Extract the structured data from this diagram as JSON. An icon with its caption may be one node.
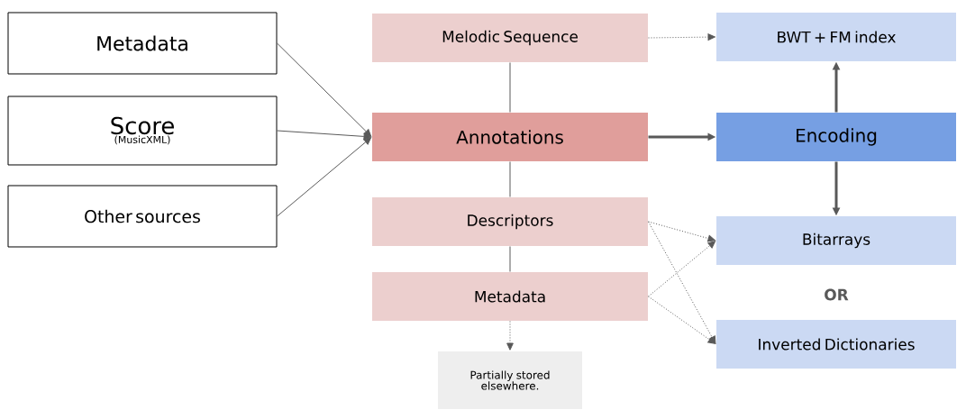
{
  "diagram": {
    "nodes": [
      {
        "text": [
          "Metadata"
        ]
      },
      {
        "text": [
          "Score",
          "(MusicXML)"
        ]
      },
      {
        "text": [
          "Other sources"
        ]
      },
      {
        "text": [
          "Melodic Sequence"
        ]
      },
      {
        "text": [
          "Annotations"
        ]
      },
      {
        "text": [
          "Descriptors"
        ]
      },
      {
        "text": [
          "Metadata"
        ]
      },
      {
        "text": [
          "Partially stored elsewhere."
        ]
      },
      {
        "text": [
          "BWT + FM index"
        ]
      },
      {
        "text": [
          "Encoding"
        ]
      },
      {
        "text": [
          "Bitarrays"
        ]
      },
      {
        "text": [
          "Inverted Dictionaries"
        ]
      }
    ],
    "edges": [
      {
        "from": 0,
        "to": 4,
        "arrow": "to"
      },
      {
        "from": 1,
        "to": 4,
        "arrow": "to"
      },
      {
        "from": 2,
        "to": 4,
        "arrow": "to"
      },
      {
        "from": 3,
        "to": 4,
        "arrow": "none"
      },
      {
        "from": 4,
        "to": 5,
        "arrow": "none"
      },
      {
        "from": 5,
        "to": 6,
        "arrow": "none"
      },
      {
        "from": 3,
        "to": 8,
        "arrow": "to",
        "style": "dashed"
      },
      {
        "from": 4,
        "to": 9,
        "arrow": "to",
        "style": "thick"
      },
      {
        "from": 9,
        "to": 8,
        "arrow": "to",
        "style": "thick"
      },
      {
        "from": 9,
        "to": 10,
        "arrow": "to",
        "style": "thick"
      },
      {
        "from": 5,
        "to": 10,
        "arrow": "to",
        "style": "dashed"
      },
      {
        "from": 5,
        "to": 11,
        "arrow": "to",
        "style": "dashed"
      },
      {
        "from": 6,
        "to": 10,
        "arrow": "to",
        "style": "dashed"
      },
      {
        "from": 6,
        "to": 11,
        "arrow": "to",
        "style": "dashed"
      },
      {
        "from": 6,
        "to": 7,
        "arrow": "to",
        "style": "dashed"
      }
    ],
    "labels": [
      "OR"
    ]
  }
}
